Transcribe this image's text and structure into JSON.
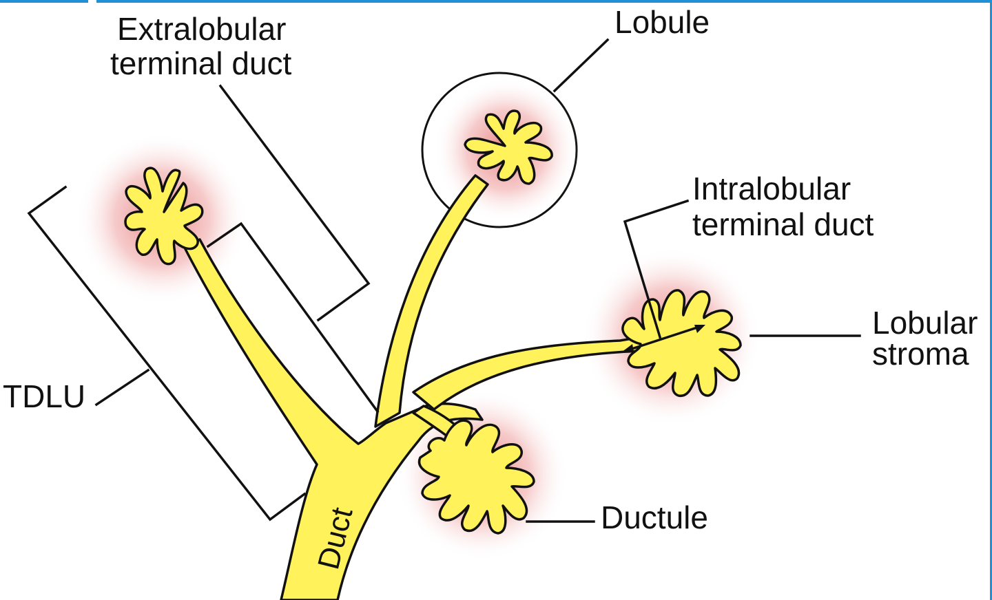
{
  "diagram": {
    "labels": {
      "extralobular": [
        "Extralobular",
        "terminal duct"
      ],
      "lobule": "Lobule",
      "intralobular": [
        "Intralobular",
        "terminal duct"
      ],
      "lobular_stroma": [
        "Lobular",
        "stroma"
      ],
      "tdlu": "TDLU",
      "ductule": "Ductule",
      "duct": "Duct"
    },
    "colors": {
      "duct_fill": "#fff25a",
      "duct_stroke": "#111111",
      "halo": "#e36b6b",
      "frame_accent": "#1f8fd6",
      "background": "#ffffff"
    }
  }
}
